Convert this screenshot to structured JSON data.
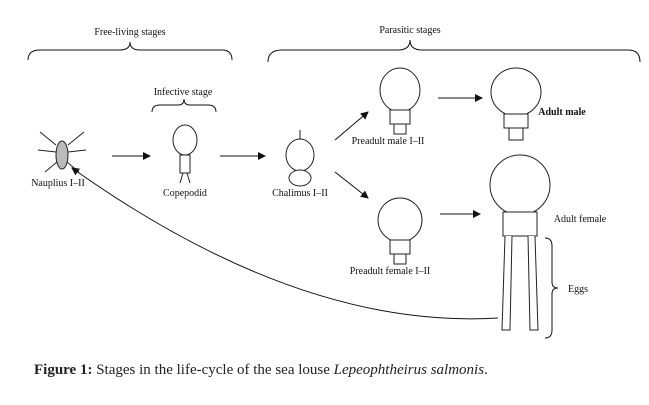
{
  "groups": {
    "free_living": "Free-living stages",
    "parasitic": "Parasitic stages",
    "infective": "Infective stage"
  },
  "stages": {
    "nauplius": "Nauplius I–II",
    "copepodid": "Copepodid",
    "chalimus": "Chalimus I–II",
    "preadult_male": "Preadult male I–II",
    "adult_male": "Adult male",
    "preadult_female": "Preadult female I–II",
    "adult_female": "Adult female",
    "eggs": "Eggs"
  },
  "caption": {
    "label": "Figure 1:",
    "text": "Stages in the life-cycle of the sea louse",
    "species": "Lepeophtheirus salmonis",
    "end": "."
  }
}
